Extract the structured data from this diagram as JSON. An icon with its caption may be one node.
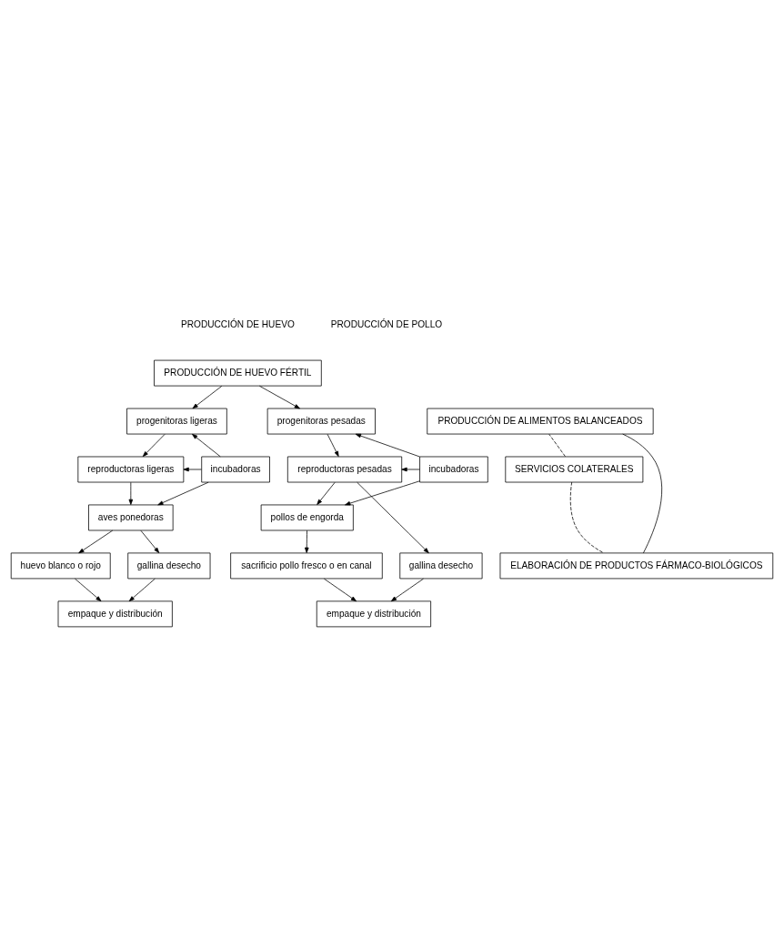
{
  "diagram": {
    "nodes": [
      {
        "text": [
          "PRODUCCIÓN DE HUEVO FÉRTIL"
        ]
      },
      {
        "text": [
          "SERVICIOS COLATERALES"
        ]
      },
      {
        "text": [
          "PRODUCCIÓN DE ALIMENTOS BALANCEADOS"
        ]
      },
      {
        "text": [
          "ELABORACIÓN DE PRODUCTOS FÁRMACO-BIOLÓGICOS"
        ]
      },
      {
        "text": [
          "progenitoras ligeras"
        ]
      },
      {
        "text": [
          "progenitoras pesadas"
        ]
      },
      {
        "text": [
          "incubadoras"
        ]
      },
      {
        "text": [
          "reproductoras ligeras"
        ]
      },
      {
        "text": [
          "reproductoras pesadas"
        ]
      },
      {
        "text": [
          "incubadoras"
        ]
      },
      {
        "text": [
          "aves ponedoras"
        ]
      },
      {
        "text": [
          "pollos de engorda"
        ]
      },
      {
        "text": [
          "huevo blanco o rojo"
        ]
      },
      {
        "text": [
          "gallina desecho"
        ]
      },
      {
        "text": [
          "gallina desecho"
        ]
      },
      {
        "text": [
          "sacrificio pollo fresco o en canal"
        ]
      },
      {
        "text": [
          "empaque y distribución"
        ]
      },
      {
        "text": [
          "empaque y distribución"
        ]
      }
    ],
    "edges": [
      {
        "from": 0,
        "to": 4,
        "arrow": "to"
      },
      {
        "from": 0,
        "to": 5,
        "arrow": "to"
      },
      {
        "from": 6,
        "to": 4,
        "arrow": "to"
      },
      {
        "from": 6,
        "to": 7,
        "arrow": "to"
      },
      {
        "from": 6,
        "to": 10,
        "arrow": "to"
      },
      {
        "from": 4,
        "to": 7,
        "arrow": "to"
      },
      {
        "from": 7,
        "to": 10,
        "arrow": "to"
      },
      {
        "from": 9,
        "to": 5,
        "arrow": "to"
      },
      {
        "from": 9,
        "to": 8,
        "arrow": "to"
      },
      {
        "from": 9,
        "to": 11,
        "arrow": "to"
      },
      {
        "from": 5,
        "to": 8,
        "arrow": "to"
      },
      {
        "from": 8,
        "to": 11,
        "arrow": "to"
      },
      {
        "from": 8,
        "to": 14,
        "arrow": "to"
      },
      {
        "from": 10,
        "to": 12,
        "arrow": "to"
      },
      {
        "from": 10,
        "to": 13,
        "arrow": "to"
      },
      {
        "from": 11,
        "to": 15,
        "arrow": "to"
      },
      {
        "from": 12,
        "to": 16,
        "arrow": "to"
      },
      {
        "from": 13,
        "to": 16,
        "arrow": "to"
      },
      {
        "from": 14,
        "to": 17,
        "arrow": "to"
      },
      {
        "from": 15,
        "to": 17,
        "arrow": "to"
      },
      {
        "from": 1,
        "to": 2,
        "arrow": "none",
        "style": "dashed"
      },
      {
        "from": 1,
        "to": 3,
        "arrow": "none",
        "style": "dashed"
      },
      {
        "from": 2,
        "to": 3,
        "arrow": "none"
      }
    ],
    "labels": [
      "PRODUCCIÓN DE HUEVO",
      "PRODUCCIÓN DE POLLO"
    ]
  }
}
